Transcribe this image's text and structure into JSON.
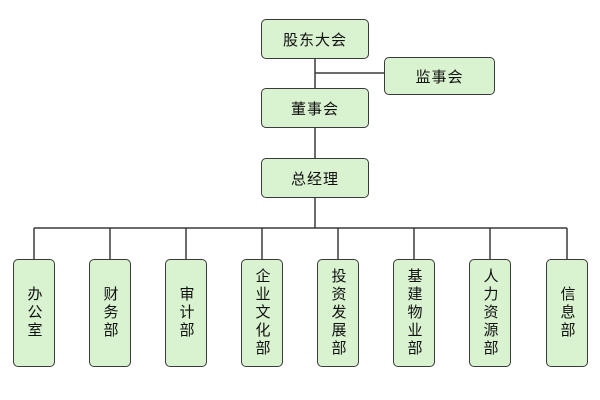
{
  "org_chart": {
    "shareholders": "股东大会",
    "supervisory_board": "监事会",
    "board_of_directors": "董事会",
    "general_manager": "总经理",
    "departments": [
      "办公室",
      "财务部",
      "审计部",
      "企业文化部",
      "投资发展部",
      "基建物业部",
      "人力资源部",
      "信息部"
    ]
  },
  "colors": {
    "box_fill": "#d9f2d0",
    "box_border": "#3a3a3a",
    "connector": "#3a3a3a"
  }
}
